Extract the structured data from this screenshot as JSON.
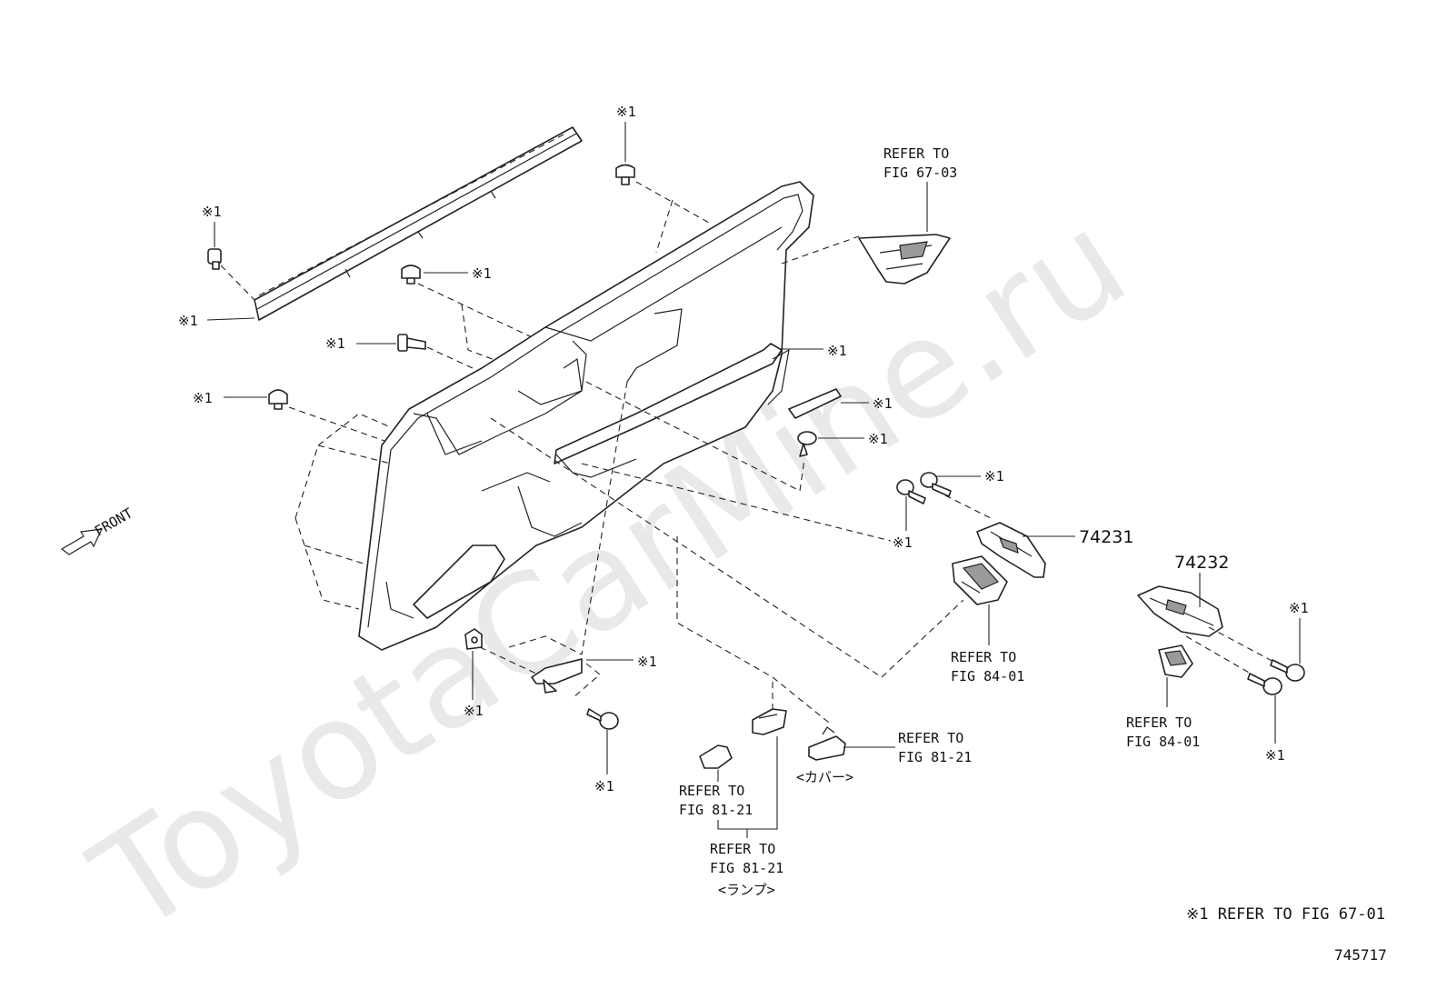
{
  "watermark": "ToyotaCarMine.ru",
  "front_label": "FRONT",
  "mark": "※1",
  "parts": {
    "p74231": "74231",
    "p74232": "74232"
  },
  "refs": {
    "fig6703_a": "REFER TO",
    "fig6703_b": "FIG 67-03",
    "fig8401_a": "REFER TO",
    "fig8401_b": "FIG 84-01",
    "fig8401r_a": "REFER TO",
    "fig8401r_b": "FIG 84-01",
    "fig8121c_a": "REFER TO",
    "fig8121c_b": "FIG 81-21",
    "cover": "<カバー>",
    "fig8121l_a": "REFER TO",
    "fig8121l_b": "FIG 81-21",
    "fig8121m_a": "REFER TO",
    "fig8121m_b": "FIG 81-21",
    "lamp": "<ランプ>"
  },
  "footnote": "※1 REFER TO FIG 67-01",
  "diagram_code": "745717"
}
